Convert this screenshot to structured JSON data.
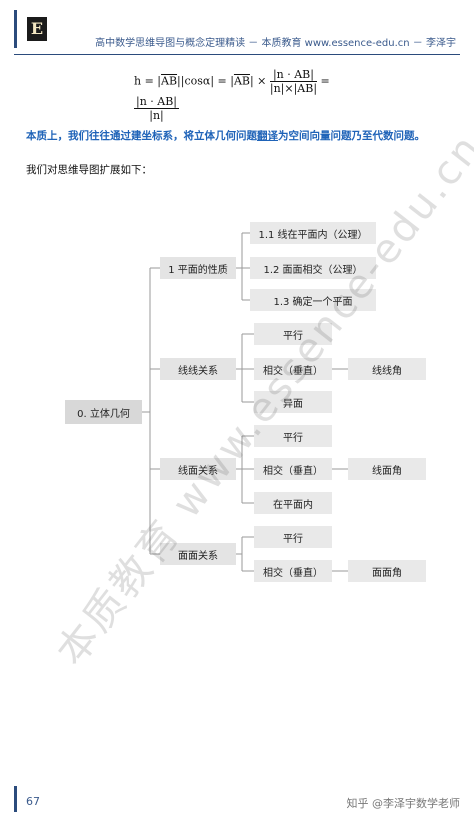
{
  "header": {
    "logo_letter": "E",
    "title": "高中数学思维导图与概念定理精读 － 本质教育 www.essence-edu.cn － 李泽宇"
  },
  "formula": {
    "lhs": "h = |",
    "ab": "AB",
    "cos_part": "||cosα| = |",
    "times": "| ×",
    "n_dot_ab": "|n · AB|",
    "n_times_ab": "|n|×|AB|",
    "equals": "=",
    "n_abs": "|n|"
  },
  "summary": {
    "before": "本质上，我们往往通过建坐标系，将立体几何问题",
    "underlined": "翻译",
    "after": "为空间向量问题乃至代数问题。"
  },
  "intro": "我们对思维导图扩展如下：",
  "mindmap": {
    "root": "0. 立体几何",
    "branch1": {
      "label": "1 平面的性质",
      "children": [
        "1.1 线在平面内（公理）",
        "1.2 面面相交（公理）",
        "1.3 确定一个平面"
      ]
    },
    "branch2": {
      "label": "线线关系",
      "children": [
        "平行",
        "相交（垂直）",
        "异面"
      ],
      "extra": "线线角"
    },
    "branch3": {
      "label": "线面关系",
      "children": [
        "平行",
        "相交（垂直）",
        "在平面内"
      ],
      "extra": "线面角"
    },
    "branch4": {
      "label": "面面关系",
      "children": [
        "平行",
        "相交（垂直）"
      ],
      "extra": "面面角"
    }
  },
  "watermark": "本质教育 www.essence-edu.cn",
  "footer": {
    "page_number": "67",
    "source": "知乎 @李泽宇数学老师"
  },
  "colors": {
    "accent": "#2b4b7c",
    "summary_blue": "#1f63b8",
    "node_gray": "#e4e4e4"
  }
}
